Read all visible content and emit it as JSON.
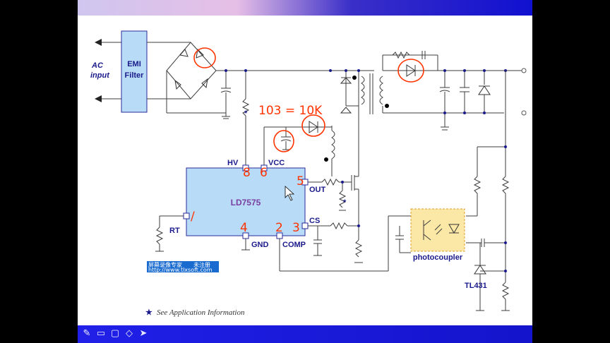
{
  "blocks": {
    "emi": [
      "EMI",
      "Filter"
    ],
    "ac": [
      "AC",
      "input"
    ],
    "controller": "LD7575",
    "optocoupler": "photocoupler",
    "regulator": "TL431"
  },
  "pins": {
    "hv": "HV",
    "vcc": "VCC",
    "out": "OUT",
    "rt": "RT",
    "gnd": "GND",
    "comp": "COMP",
    "cs": "CS"
  },
  "handwriting": {
    "pin8": "8",
    "pin6": "6",
    "pin5": "5",
    "pin1": "/",
    "pin4": "4",
    "pin2": "2",
    "pin3": "3",
    "resistor_note": "103 = 10K"
  },
  "footnote": {
    "mark": "★",
    "star": "*",
    "text": "See Application Information"
  },
  "watermark": {
    "line1": "屏幕录像专家　　未注册",
    "line2": "http://www.tlxsoft.com"
  },
  "colors": {
    "chip_fill": "#b8dcf8",
    "opto_fill": "#fbe7a6",
    "annotation": "#ff3300",
    "label": "#1a1a8c",
    "bar": "#1414cc"
  },
  "toolbar": {
    "icons": [
      "pen-icon",
      "screen-icon",
      "comment-icon",
      "eraser-icon",
      "pointer-icon"
    ]
  }
}
